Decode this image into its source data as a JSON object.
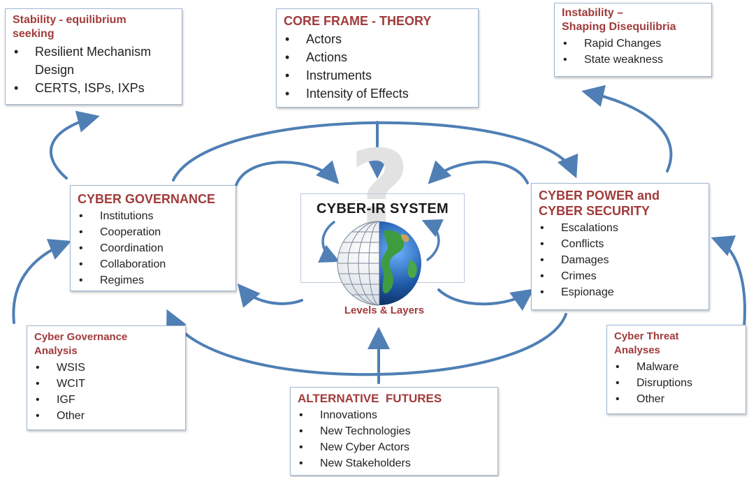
{
  "stability": {
    "title": "Stability - equilibrium\nseeking",
    "items": [
      "Resilient Mechanism Design",
      "CERTS, ISPs, IXPs"
    ]
  },
  "core": {
    "title": "CORE FRAME - THEORY",
    "items": [
      " Actors",
      "Actions",
      "Instruments",
      "Intensity of Effects"
    ]
  },
  "instability": {
    "title": "Instability –\nShaping Disequilibria",
    "items": [
      "Rapid Changes",
      "State weakness"
    ]
  },
  "governance": {
    "title": "CYBER GOVERNANCE",
    "items": [
      "Institutions",
      "Cooperation",
      "Coordination",
      "Collaboration",
      "Regimes"
    ]
  },
  "system": {
    "title": "CYBER-IR SYSTEM",
    "subtitle": "Levels & Layers"
  },
  "power": {
    "title": "CYBER POWER and\nCYBER SECURITY",
    "items": [
      "Escalations",
      "Conflicts",
      "Damages",
      "Crimes",
      "Espionage"
    ]
  },
  "gov_analysis": {
    "title": "Cyber Governance\nAnalysis",
    "items": [
      "WSIS",
      "WCIT",
      "IGF",
      "Other"
    ]
  },
  "futures": {
    "title": "ALTERNATIVE  FUTURES",
    "items": [
      "Innovations",
      "New Technologies",
      "New Cyber Actors",
      "New Stakeholders"
    ]
  },
  "threat": {
    "title": "Cyber Threat\nAnalyses",
    "items": [
      "Malware",
      "Disruptions",
      "Other"
    ]
  },
  "colors": {
    "title_red": "#a13b3b",
    "arrow_blue": "#4f7fb5",
    "box_border": "#9fb6d2"
  }
}
